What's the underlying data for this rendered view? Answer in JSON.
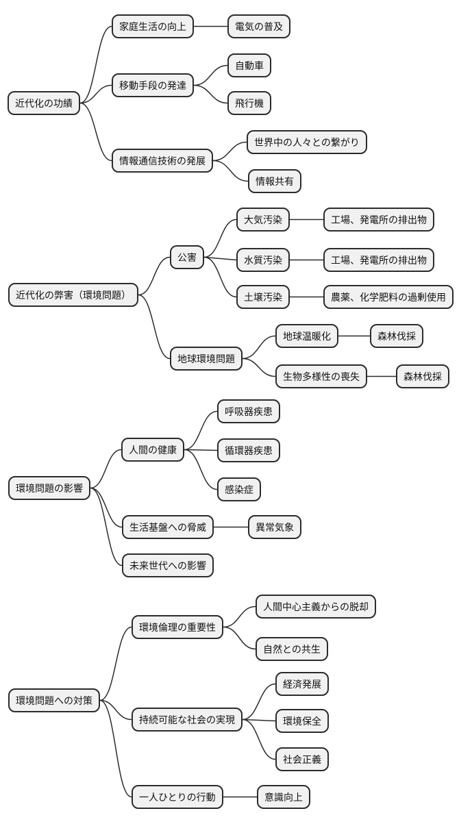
{
  "diagram": {
    "type": "mindmap",
    "orientation": "left-to-right",
    "colors": {
      "background": "#ffffff",
      "node_fill": "#f1f1f1",
      "node_border": "#2b2b2b",
      "node_text": "#111111",
      "connector": "#2b2b2b"
    },
    "trees": [
      {
        "root": {
          "label": "近代化の功績"
        },
        "branches": [
          {
            "label": "家庭生活の向上",
            "children": [
              {
                "label": "電気の普及"
              }
            ]
          },
          {
            "label": "移動手段の発達",
            "children": [
              {
                "label": "自動車"
              },
              {
                "label": "飛行機"
              }
            ]
          },
          {
            "label": "情報通信技術の発展",
            "children": [
              {
                "label": "世界中の人々との繋がり"
              },
              {
                "label": "情報共有"
              }
            ]
          }
        ]
      },
      {
        "root": {
          "label": "近代化の弊害（環境問題）"
        },
        "branches": [
          {
            "label": "公害",
            "children": [
              {
                "label": "大気汚染",
                "children": [
                  {
                    "label": "工場、発電所の排出物"
                  }
                ]
              },
              {
                "label": "水質汚染",
                "children": [
                  {
                    "label": "工場、発電所の排出物"
                  }
                ]
              },
              {
                "label": "土壌汚染",
                "children": [
                  {
                    "label": "農薬、化学肥料の過剰使用"
                  }
                ]
              }
            ]
          },
          {
            "label": "地球環境問題",
            "children": [
              {
                "label": "地球温暖化",
                "children": [
                  {
                    "label": "森林伐採"
                  }
                ]
              },
              {
                "label": "生物多様性の喪失",
                "children": [
                  {
                    "label": "森林伐採"
                  }
                ]
              }
            ]
          }
        ]
      },
      {
        "root": {
          "label": "環境問題の影響"
        },
        "branches": [
          {
            "label": "人間の健康",
            "children": [
              {
                "label": "呼吸器疾患"
              },
              {
                "label": "循環器疾患"
              },
              {
                "label": "感染症"
              }
            ]
          },
          {
            "label": "生活基盤への脅威",
            "children": [
              {
                "label": "異常気象"
              }
            ]
          },
          {
            "label": "未来世代への影響",
            "children": []
          }
        ]
      },
      {
        "root": {
          "label": "環境問題への対策"
        },
        "branches": [
          {
            "label": "環境倫理の重要性",
            "children": [
              {
                "label": "人間中心主義からの脱却"
              },
              {
                "label": "自然との共生"
              }
            ]
          },
          {
            "label": "持続可能な社会の実現",
            "children": [
              {
                "label": "経済発展"
              },
              {
                "label": "環境保全"
              },
              {
                "label": "社会正義"
              }
            ]
          },
          {
            "label": "一人ひとりの行動",
            "children": [
              {
                "label": "意識向上"
              }
            ]
          }
        ]
      }
    ]
  }
}
